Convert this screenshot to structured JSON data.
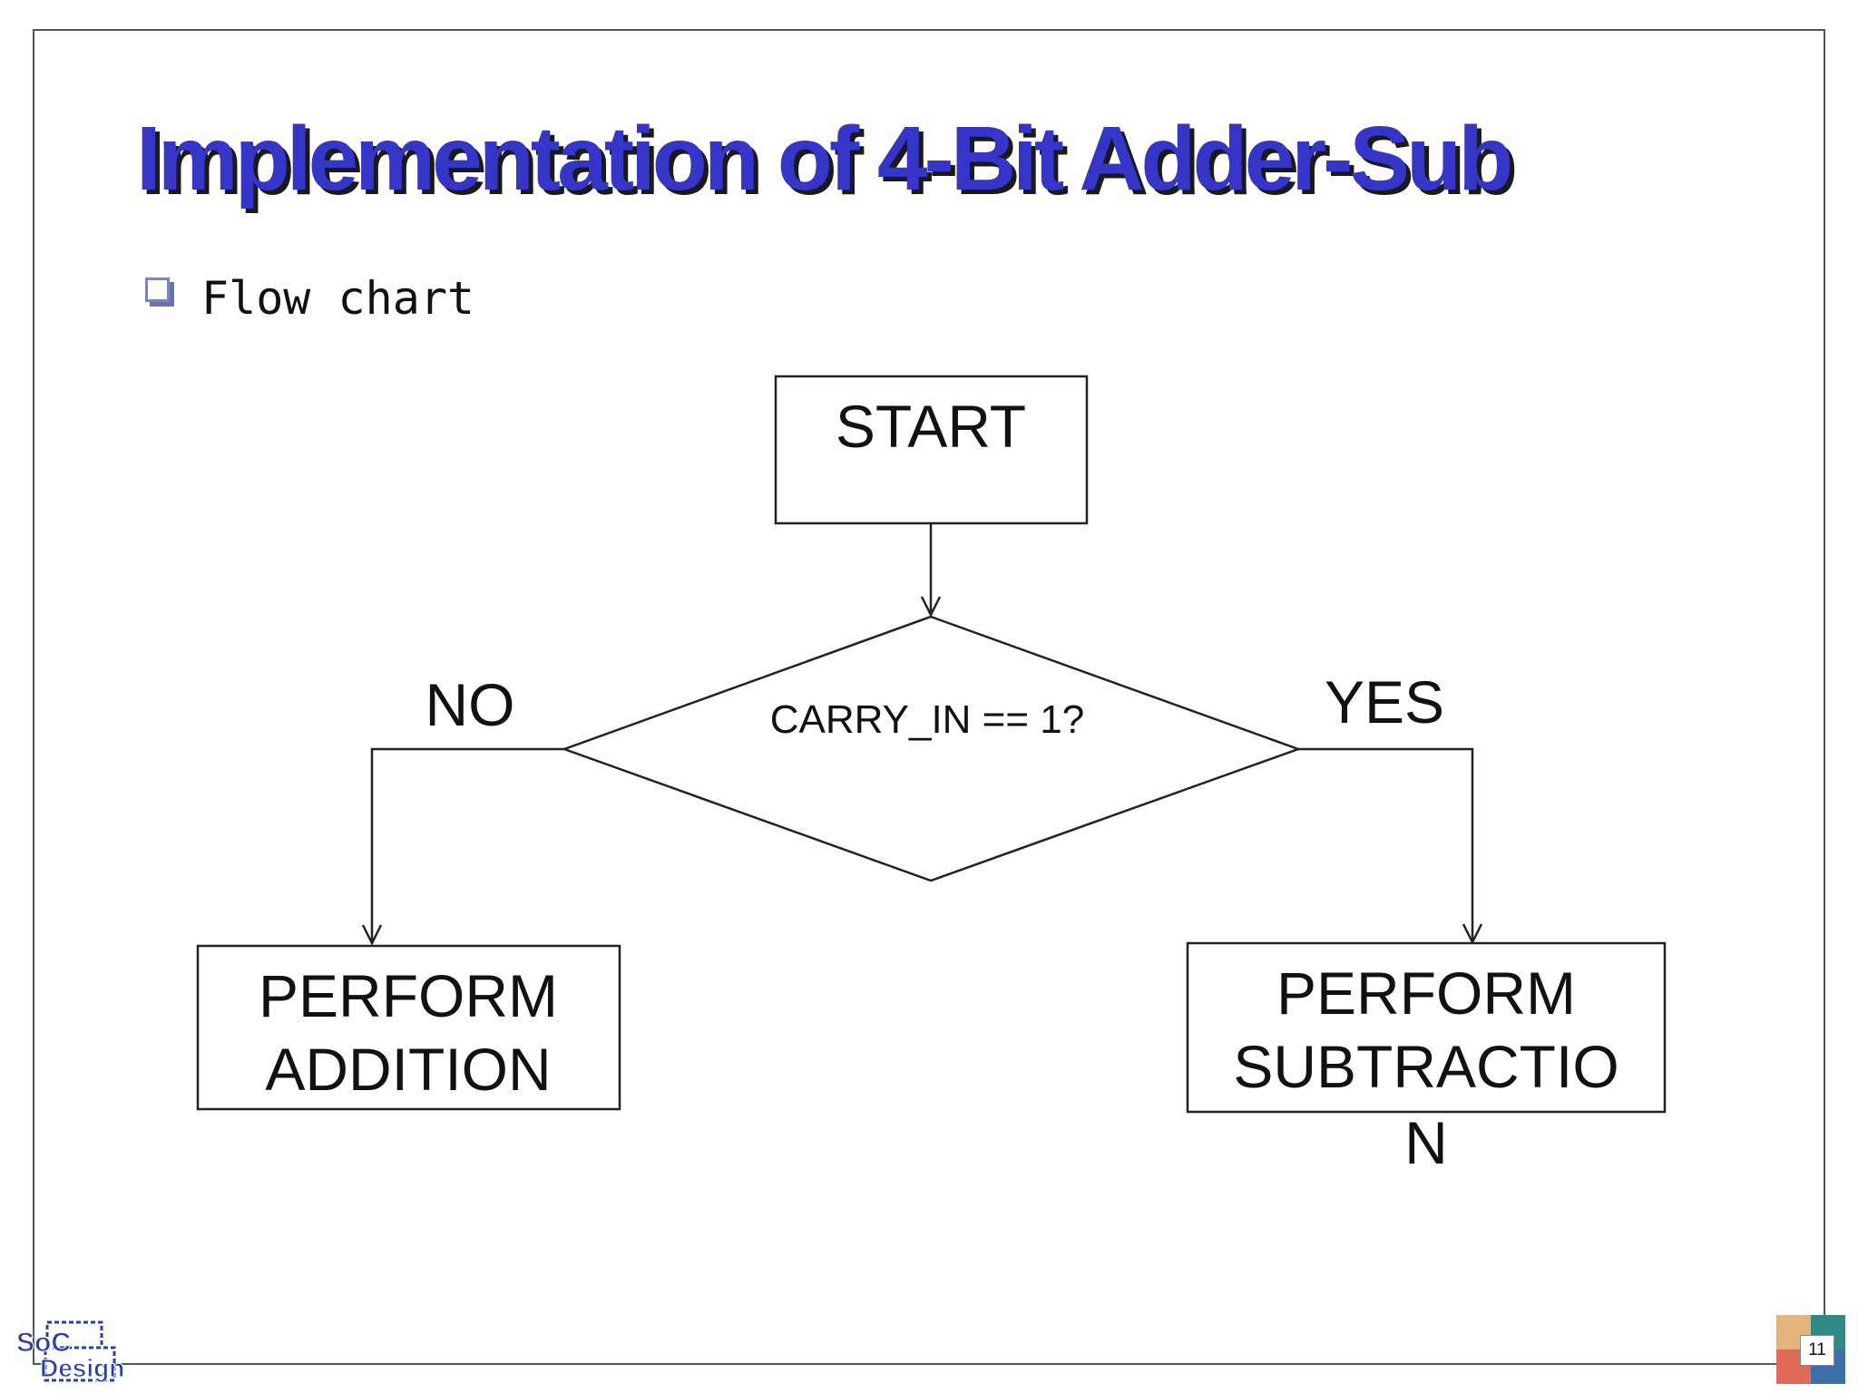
{
  "slide": {
    "title": "Implementation of 4-Bit Adder-Sub",
    "bullet": "Flow chart",
    "page_number": "11"
  },
  "flowchart": {
    "start": "START",
    "decision": "CARRY_IN == 1?",
    "no_label": "NO",
    "yes_label": "YES",
    "left_action": [
      "PERFORM",
      "ADDITION"
    ],
    "right_action": [
      "PERFORM",
      "SUBTRACTIO",
      "N"
    ]
  },
  "logo": {
    "line1": "SoC",
    "line2": "Design"
  }
}
